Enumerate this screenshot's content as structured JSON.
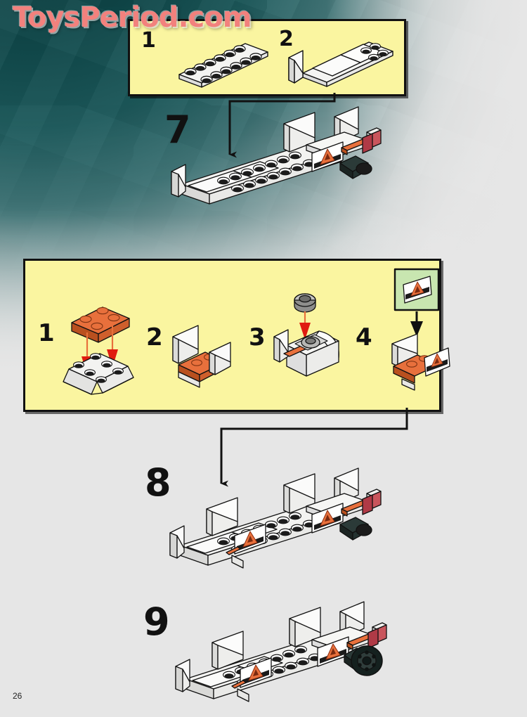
{
  "page": {
    "number": "26",
    "watermark": "ToysPeriod.com",
    "background_top_color": "#10494b",
    "background_bottom_color": "#e6e6e6"
  },
  "colors": {
    "sub_box_fill": "#faf5a0",
    "sub_box_border": "#111111",
    "brick_white": "#f4f4f2",
    "brick_white_shade": "#d8d8d6",
    "brick_orange": "#e8703c",
    "brick_orange_dark": "#c2552a",
    "brick_gray": "#9a9a9a",
    "brick_black": "#1b1b1b",
    "sticker_sheet_green": "#c8e6b0",
    "arrow_red": "#e01b10",
    "arrow_black": "#111111",
    "taillight_red": "#c9555c",
    "watermark_pink": "#f2817d"
  },
  "parts_box_1": {
    "name": "parts-box-top",
    "substeps": [
      {
        "label": "1",
        "description": "white 2x8 lego plate with studs",
        "piece": "plate-2x8-white"
      },
      {
        "label": "2",
        "description": "white plate with side panel and smooth tiles attached",
        "piece": "plate-assembly-white"
      }
    ]
  },
  "parts_box_2": {
    "name": "parts-box-middle",
    "substeps": [
      {
        "label": "1",
        "description": "orange 2x2 plate pressed down onto white slope brick",
        "piece": "plate-2x2-orange",
        "arrows": 2,
        "arrow_color": "#e01b10"
      },
      {
        "label": "2",
        "description": "white walls assembled around orange plate",
        "piece": "wall-assembly-white-orange"
      },
      {
        "label": "3",
        "description": "gray round element placed onto white curved slope",
        "piece": "round-element-gray",
        "arrows": 1,
        "arrow_color": "#e01b10"
      },
      {
        "label": "4",
        "description": "hazard triangle sticker applied to white panel",
        "piece": "sticker-hazard-triangle",
        "sticker_sheet": {
          "label": "sticker-sheet",
          "fill": "#c8e6b0",
          "decal": "hazard-triangle"
        }
      }
    ]
  },
  "steps": [
    {
      "number": "7",
      "name": "step-7",
      "description": "white truck chassis with hazard sticker, orange and red taillights, black axle"
    },
    {
      "number": "8",
      "name": "step-8",
      "description": "chassis with additional hazard sticker panel sub-assembly added"
    },
    {
      "number": "9",
      "name": "step-9",
      "description": "chassis with black tire and wheel hub mounted on rear axle"
    }
  ],
  "connectors": [
    {
      "name": "connector-box1-to-step7",
      "from": "parts-box-top",
      "to": "step-7"
    },
    {
      "name": "connector-box2-to-step8",
      "from": "parts-box-middle",
      "to": "step-8"
    }
  ]
}
